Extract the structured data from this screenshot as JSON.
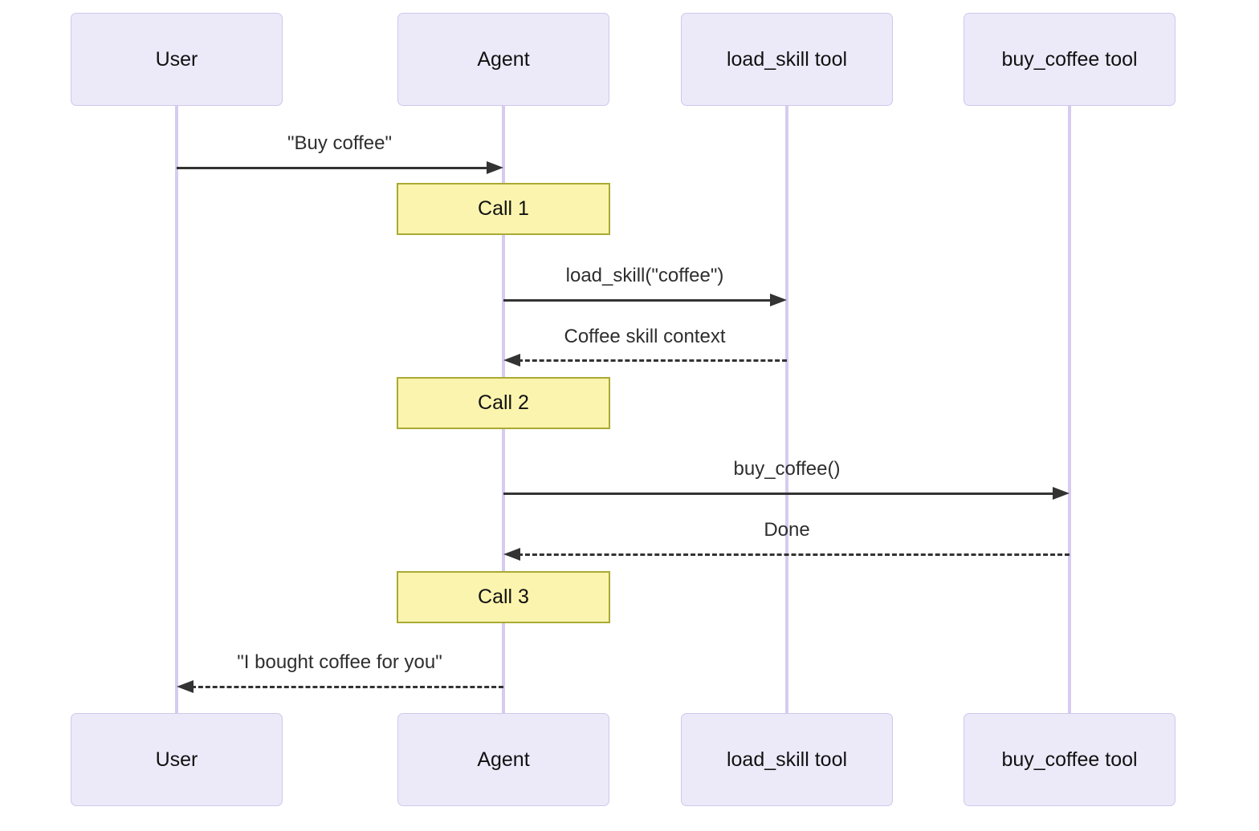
{
  "diagram": {
    "type": "sequence",
    "actors": [
      {
        "label": "User"
      },
      {
        "label": "Agent"
      },
      {
        "label": "load_skill tool"
      },
      {
        "label": "buy_coffee tool"
      }
    ],
    "notes": [
      {
        "label": "Call 1",
        "over": "Agent"
      },
      {
        "label": "Call 2",
        "over": "Agent"
      },
      {
        "label": "Call 3",
        "over": "Agent"
      }
    ],
    "messages": [
      {
        "from": "User",
        "to": "Agent",
        "label": "\"Buy coffee\"",
        "line": "solid"
      },
      {
        "from": "Agent",
        "to": "load_skill tool",
        "label": "load_skill(\"coffee\")",
        "line": "solid"
      },
      {
        "from": "load_skill tool",
        "to": "Agent",
        "label": "Coffee skill context",
        "line": "dashed"
      },
      {
        "from": "Agent",
        "to": "buy_coffee tool",
        "label": "buy_coffee()",
        "line": "solid"
      },
      {
        "from": "buy_coffee tool",
        "to": "Agent",
        "label": "Done",
        "line": "dashed"
      },
      {
        "from": "Agent",
        "to": "User",
        "label": "\"I bought coffee for you\"",
        "line": "dashed"
      }
    ],
    "colors": {
      "background": "#FFFFFF",
      "actor_fill": "#ECEAF9",
      "actor_border": "#CFC8EC",
      "lifeline": "#D6CBF0",
      "note_fill": "#FBF4AE",
      "note_border": "#AAAA33",
      "arrow": "#333333",
      "text": "#1A1A1A"
    }
  }
}
